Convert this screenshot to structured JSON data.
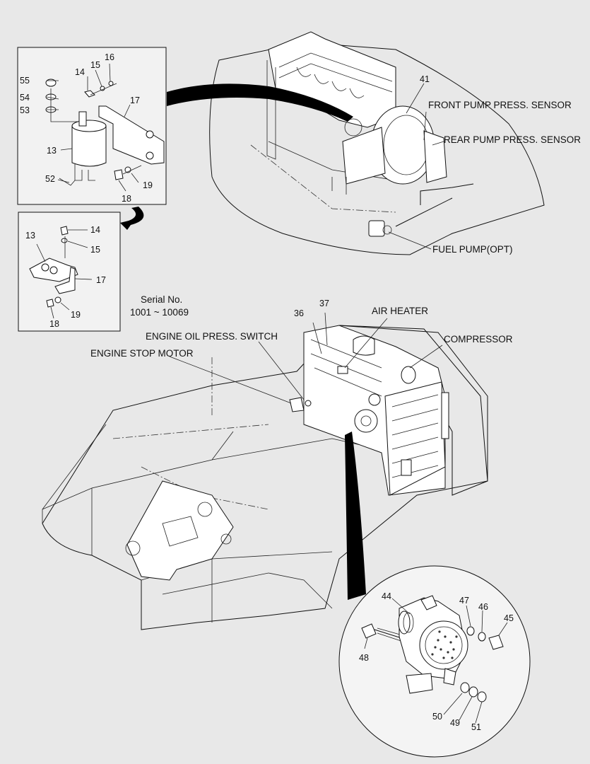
{
  "captions": {
    "front_pump": "FRONT PUMP PRESS. SENSOR",
    "rear_pump": "REAR PUMP PRESS. SENSOR",
    "fuel_pump": "FUEL PUMP(OPT)",
    "air_heater": "AIR HEATER",
    "compressor": "COMPRESSOR",
    "oil_switch": "ENGINE OIL PRESS. SWITCH",
    "stop_motor": "ENGINE STOP MOTOR",
    "serial_title": "Serial No.",
    "serial_range": "1001 ~ 10069"
  },
  "callouts": {
    "n41": "41",
    "n36": "36",
    "n37": "37",
    "inset1": {
      "n55": "55",
      "n54": "54",
      "n53": "53",
      "n14": "14",
      "n15": "15",
      "n16": "16",
      "n17": "17",
      "n13": "13",
      "n52": "52",
      "n18": "18",
      "n19": "19"
    },
    "inset2": {
      "n14": "14",
      "n15": "15",
      "n13": "13",
      "n17": "17",
      "n19": "19",
      "n18": "18"
    },
    "alternator": {
      "n44": "44",
      "n47": "47",
      "n46": "46",
      "n45": "45",
      "n48": "48",
      "n50": "50",
      "n49": "49",
      "n51": "51"
    }
  }
}
